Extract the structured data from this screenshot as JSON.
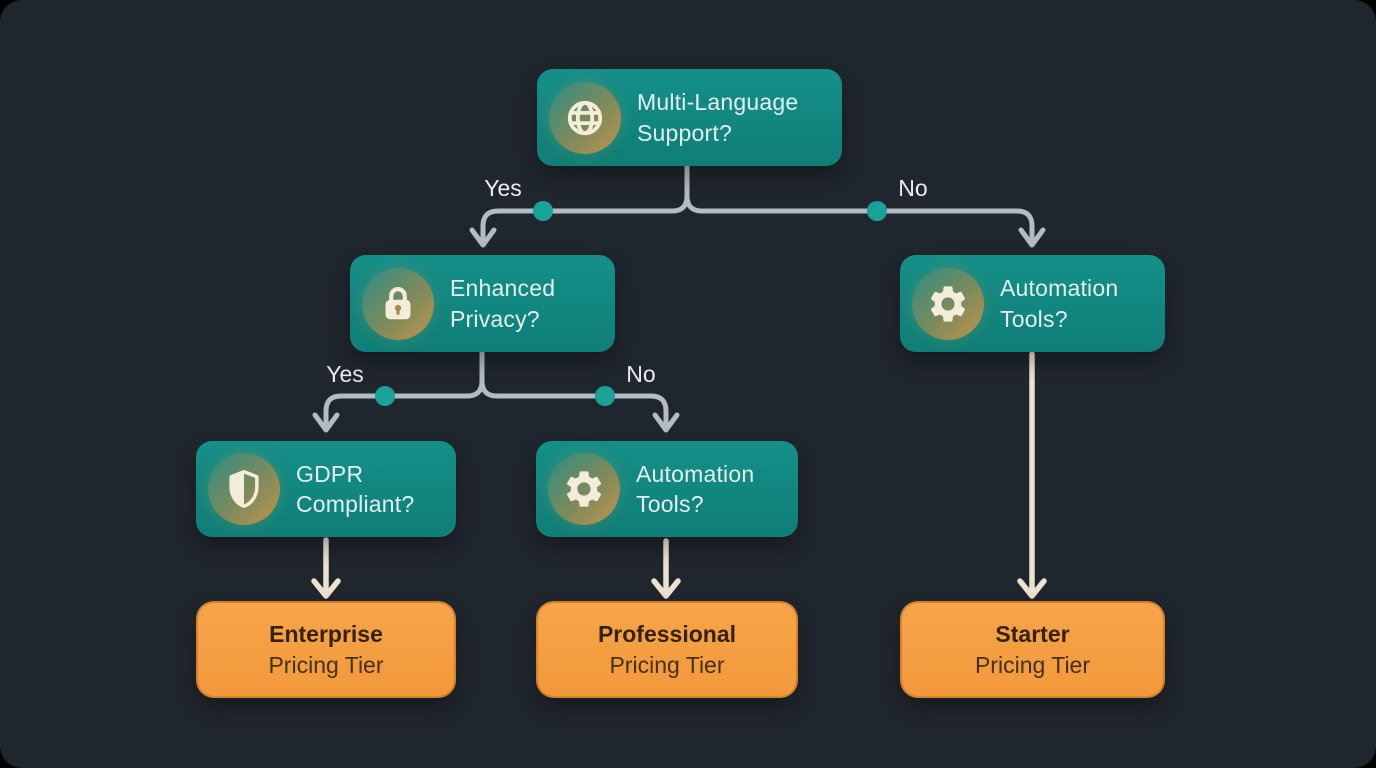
{
  "diagram_type": "decision-tree",
  "nodes": {
    "root": {
      "line1": "Multi-Language",
      "line2": "Support?"
    },
    "privacy": {
      "line1": "Enhanced",
      "line2": "Privacy?"
    },
    "automation_right": {
      "line1": "Automation",
      "line2": "Tools?"
    },
    "gdpr": {
      "line1": "GDPR",
      "line2": "Compliant?"
    },
    "automation_mid": {
      "line1": "Automation",
      "line2": "Tools?"
    }
  },
  "tiers": {
    "enterprise": {
      "line1": "Enterprise",
      "line2": "Pricing Tier"
    },
    "professional": {
      "line1": "Professional",
      "line2": "Pricing Tier"
    },
    "starter": {
      "line1": "Starter",
      "line2": "Pricing Tier"
    }
  },
  "edge_labels": {
    "level1_yes": "Yes",
    "level1_no": "No",
    "level2_yes": "Yes",
    "level2_no": "No"
  },
  "icons": {
    "root": "globe-icon",
    "privacy": "lock-icon",
    "automation_right": "gear-icon",
    "gdpr": "shield-icon",
    "automation_mid": "gear-icon"
  },
  "colors": {
    "canvas_outer": "#000000",
    "background": "#20262e",
    "node_teal": "#128880",
    "node_orange": "#f49d3f",
    "orange_border": "#b36a1a",
    "badge_gold": "#c0954a",
    "badge_teal": "#2b8d83",
    "icon_glyph": "#f3edda",
    "connector_gray": "#b3bbc4",
    "connector_cream": "#ebe3d0",
    "dot_teal": "#19a296",
    "teal_node_text": "#e3f2ef",
    "tier_text": "#342209",
    "edge_label_text": "#e8ecef"
  }
}
